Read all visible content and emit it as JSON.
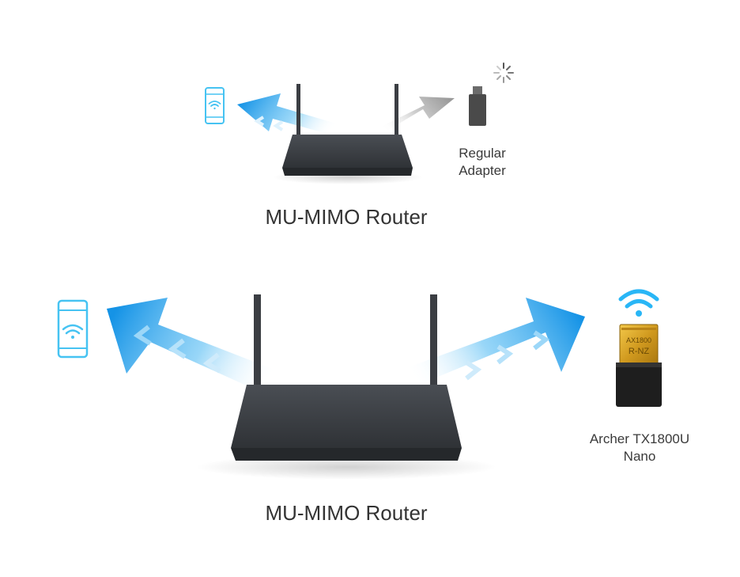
{
  "top_scene": {
    "router_caption": "MU-MIMO Router",
    "adapter_label_line1": "Regular",
    "adapter_label_line2": "Adapter"
  },
  "bottom_scene": {
    "router_caption": "MU-MIMO Router",
    "adapter_label_line1": "Archer TX1800U",
    "adapter_label_line2": "Nano",
    "adapter_print_model": "AX1800",
    "adapter_print_sub": "R-NZ"
  },
  "colors": {
    "wifi_blue": "#29b6f6",
    "beam_blue": "#1e9be8",
    "router_dark": "#3a3d42",
    "regular_adapter": "#4a4a4a",
    "caption_text": "#333333"
  },
  "icons": [
    "smartphone-icon",
    "wifi-icon",
    "loading-spinner-icon",
    "usb-adapter-icon",
    "router-icon"
  ]
}
